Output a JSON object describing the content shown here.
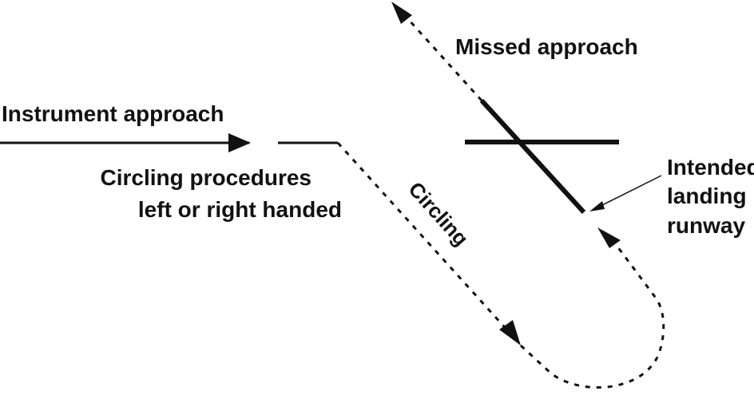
{
  "labels": {
    "instrument_approach": "Instrument approach",
    "missed_approach": "Missed approach",
    "circling_procedures_line1": "Circling procedures",
    "circling_procedures_line2": "left or right handed",
    "circling": "Circling",
    "intended_line1": "Intended",
    "intended_line2": "landing",
    "intended_line3": "runway"
  },
  "colors": {
    "ink": "#111111",
    "background": "#ffffff"
  }
}
